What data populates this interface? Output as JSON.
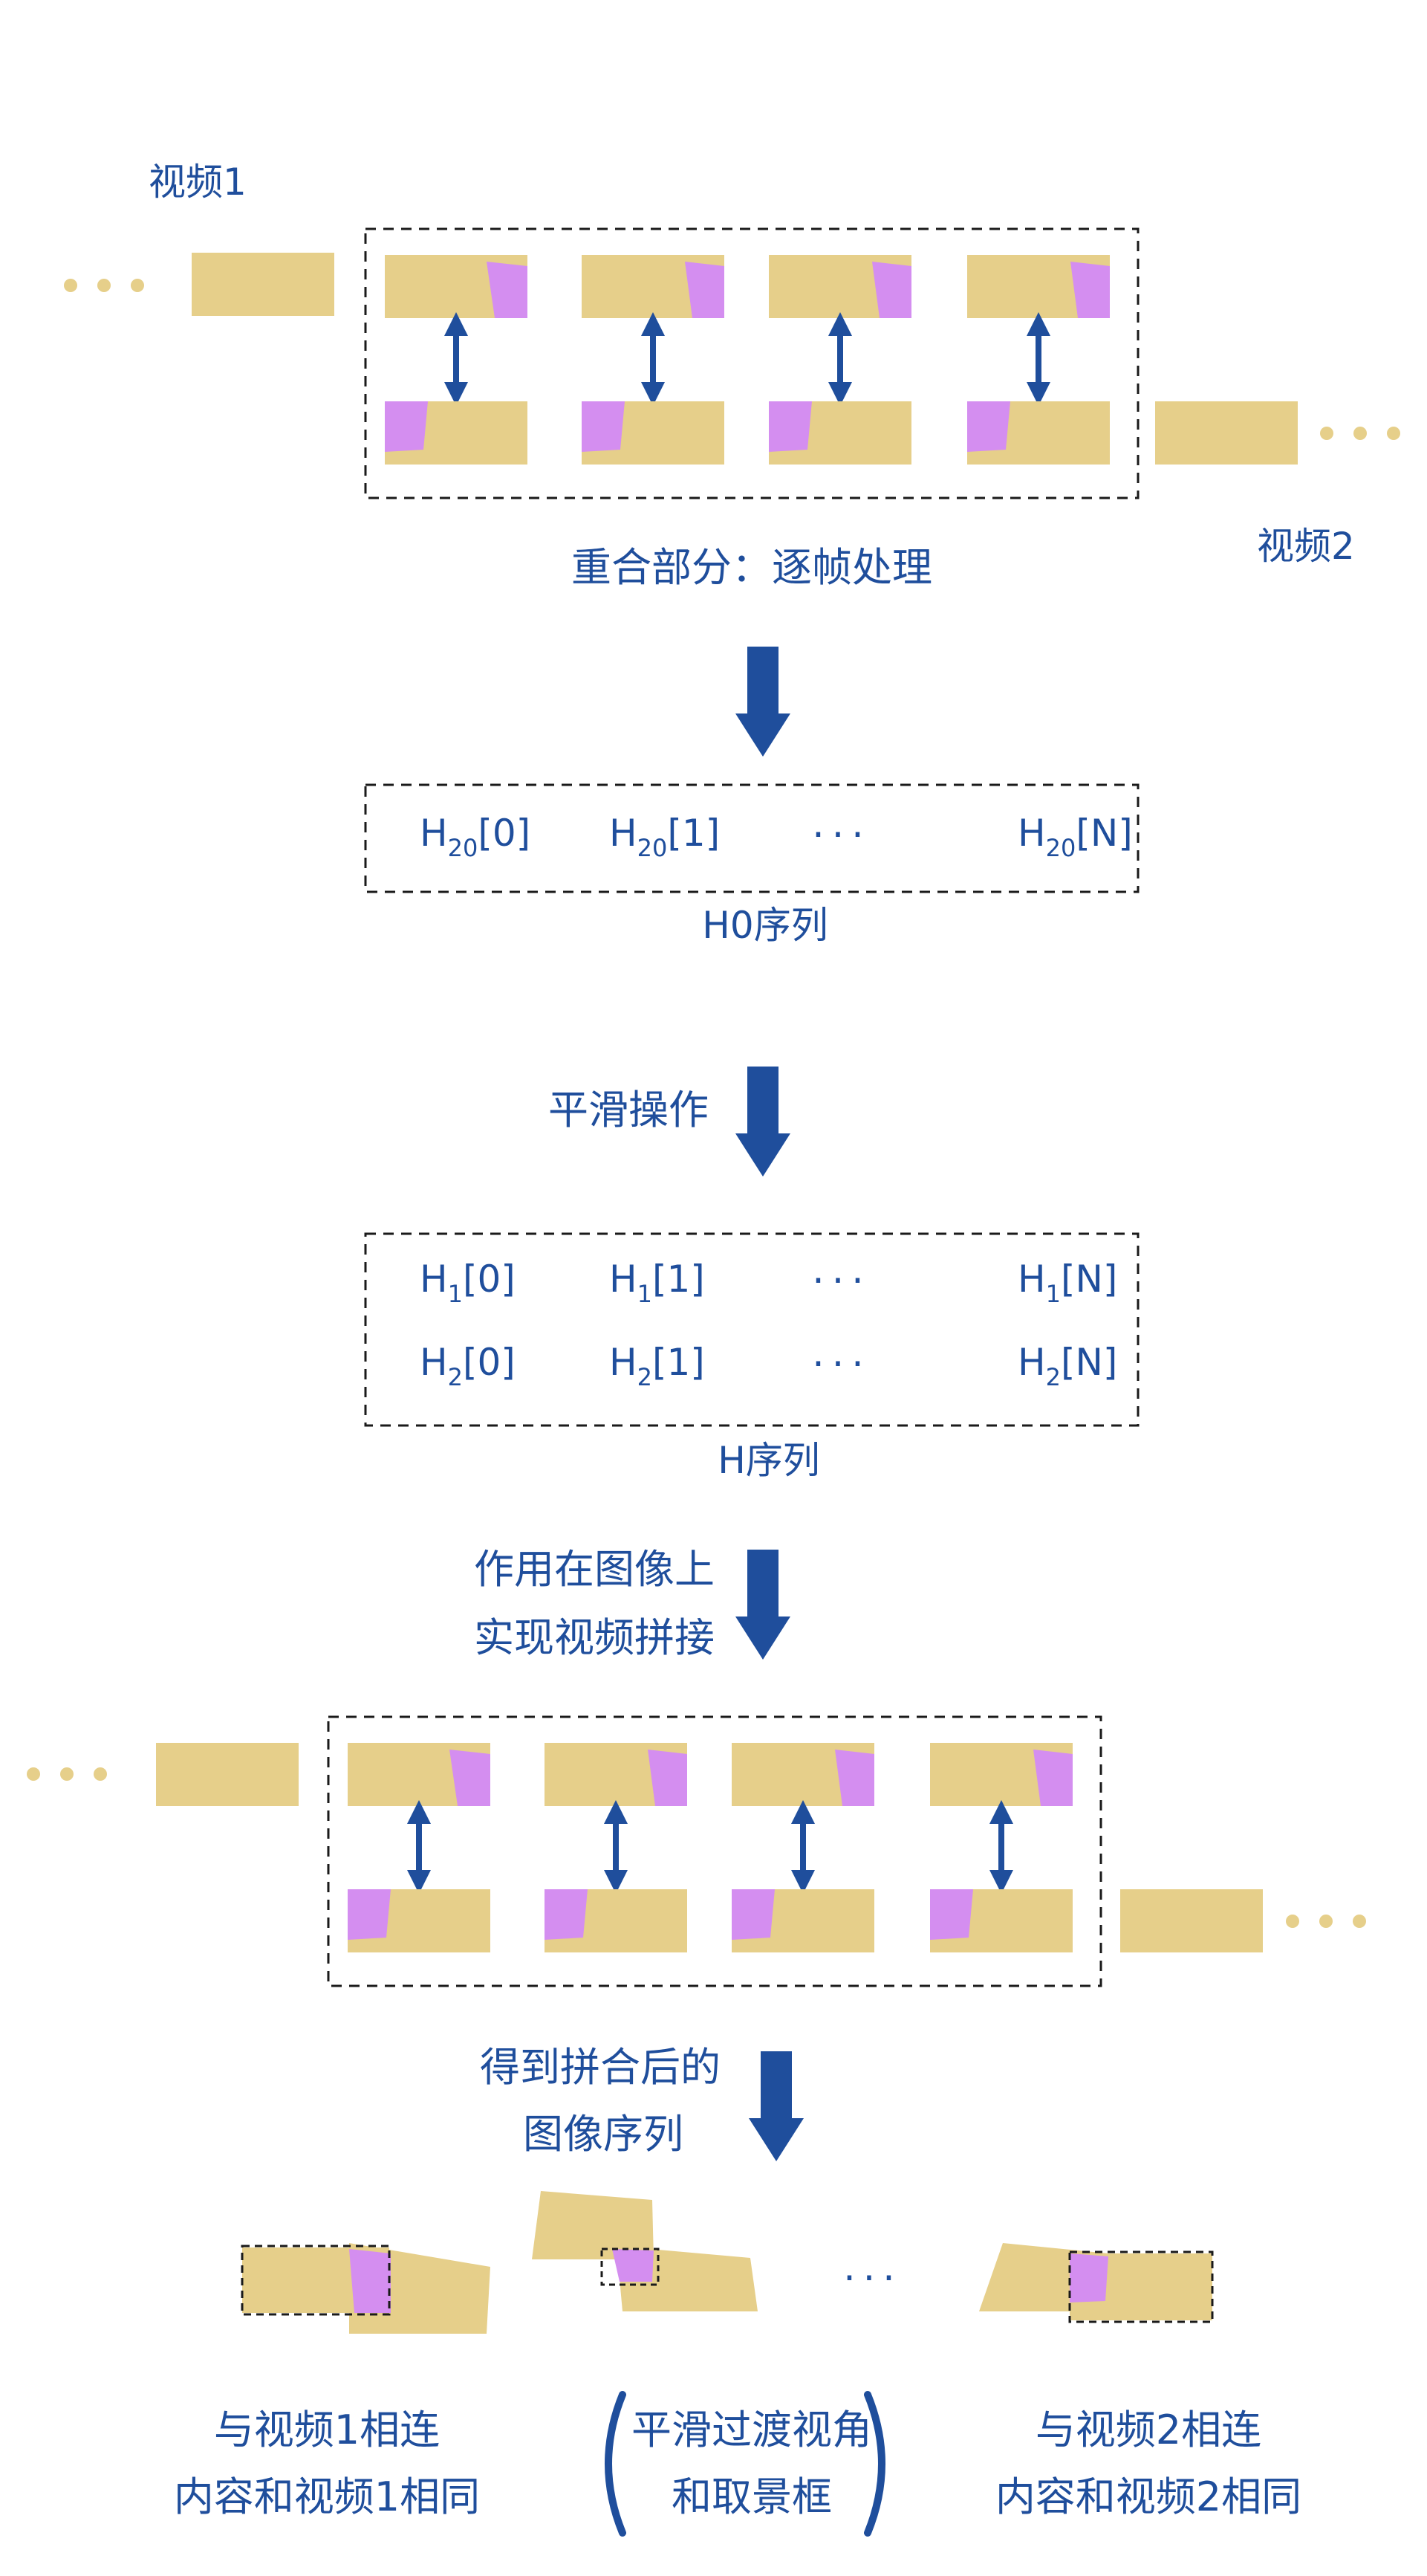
{
  "colors": {
    "frame": "#e6cf8a",
    "overlap": "#d48ef0",
    "accent": "#1f4e9c",
    "dots": "#e6cf8a",
    "dashed": "#1a1a1a"
  },
  "labels": {
    "video1": "视频1",
    "video2": "视频2",
    "overlap_caption": "重合部分：逐帧处理",
    "h0_caption": "H0序列",
    "smoothing": "平滑操作",
    "h_caption": "H序列",
    "apply_line1": "作用在图像上",
    "apply_line2": "实现视频拼接",
    "result_line1": "得到拼合后的",
    "result_line2": "图像序列",
    "left_note_line1": "与视频1相连",
    "left_note_line2": "内容和视频1相同",
    "mid_note_line1": "平滑过渡视角",
    "mid_note_line2": "和取景框",
    "right_note_line1": "与视频2相连",
    "right_note_line2": "内容和视频2相同",
    "ellipsis": "···"
  },
  "h0_row": [
    {
      "base": "H",
      "sub": "20",
      "idx": "[0]"
    },
    {
      "base": "H",
      "sub": "20",
      "idx": "[1]"
    },
    {
      "ellipsis": "···"
    },
    {
      "base": "H",
      "sub": "20",
      "idx": "[N]"
    }
  ],
  "h1_row": [
    {
      "base": "H",
      "sub": "1",
      "idx": "[0]"
    },
    {
      "base": "H",
      "sub": "1",
      "idx": "[1]"
    },
    {
      "ellipsis": "···"
    },
    {
      "base": "H",
      "sub": "1",
      "idx": "[N]"
    }
  ],
  "h2_row": [
    {
      "base": "H",
      "sub": "2",
      "idx": "[0]"
    },
    {
      "base": "H",
      "sub": "2",
      "idx": "[1]"
    },
    {
      "ellipsis": "···"
    },
    {
      "base": "H",
      "sub": "2",
      "idx": "[N]"
    }
  ]
}
